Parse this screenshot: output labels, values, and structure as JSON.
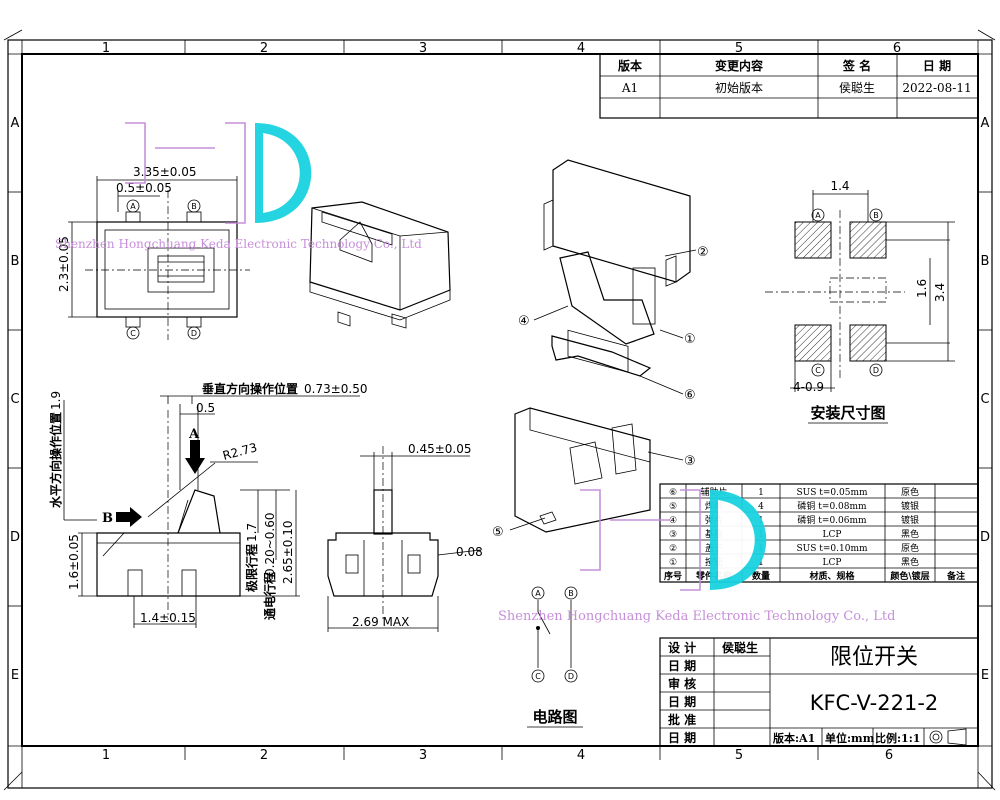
{
  "frame": {
    "columns": [
      "1",
      "2",
      "3",
      "4",
      "5",
      "6"
    ],
    "rows": [
      "A",
      "B",
      "C",
      "D",
      "E"
    ]
  },
  "revision_table": {
    "headers": [
      "版本",
      "变更内容",
      "签  名",
      "日  期"
    ],
    "row": [
      "A1",
      "初始版本",
      "侯聪生",
      "2022-08-11"
    ]
  },
  "watermark": {
    "text": "Shenzhen Hongchuang Keda Electronic Technology Co., Ltd",
    "color": "#c48ad8",
    "accent_color": "#19d3e0"
  },
  "top_view": {
    "dim_width": "3.35±0.05",
    "dim_pitch": "0.5±0.05",
    "dim_height": "2.3±0.05",
    "pins": [
      "A",
      "B",
      "C",
      "D"
    ]
  },
  "front_view": {
    "vertical_label": "垂直方向操作位置",
    "vertical_value": "0.73±0.50",
    "horizontal_label": "水平方向操作位置",
    "horizontal_value": "1.9",
    "dim_05": "0.5",
    "radius": "R2.73",
    "arrow_a": "A",
    "arrow_b": "B",
    "dim_16": "1.6±0.05",
    "dim_14": "1.4±0.15",
    "limit_travel": "极限行程",
    "limit_value": "1.7",
    "conduct_travel": "通电行程",
    "conduct_value": "0.20~0.60",
    "dim_265": "2.65±0.10"
  },
  "side_view": {
    "dim_045": "0.45±0.05",
    "dim_008": "0.08",
    "dim_269": "2.69 MAX"
  },
  "exploded": {
    "callouts": [
      "①",
      "②",
      "③",
      "④",
      "⑤",
      "⑥"
    ]
  },
  "mounting": {
    "title": "安装尺寸图",
    "dim_14": "1.4",
    "dim_16": "1.6",
    "dim_34": "3.4",
    "dim_09": "4-0.9",
    "pads": [
      "A",
      "B",
      "C",
      "D"
    ]
  },
  "circuit": {
    "title": "电路图",
    "nodes": [
      "A",
      "B",
      "C",
      "D"
    ]
  },
  "bom": {
    "headers": [
      "序号",
      "零件名称",
      "数量",
      "材质、规格",
      "颜色\\镀层",
      "备注"
    ],
    "rows": [
      [
        "⑥",
        "辅助片",
        "1",
        "SUS   t=0.05mm",
        "原色",
        ""
      ],
      [
        "⑤",
        "焊脚",
        "4",
        "磷铜   t=0.08mm",
        "镀银",
        ""
      ],
      [
        "④",
        "弹片",
        "1",
        "磷铜   t=0.06mm",
        "镀银",
        ""
      ],
      [
        "③",
        "基座",
        "1",
        "LCP",
        "黑色",
        ""
      ],
      [
        "②",
        "盖子",
        "1",
        "SUS    t=0.10mm",
        "原色",
        ""
      ],
      [
        "①",
        "按钮",
        "1",
        "LCP",
        "黑色",
        ""
      ]
    ]
  },
  "title_block": {
    "labels": [
      "设  计",
      "日  期",
      "审  核",
      "日  期",
      "批  准",
      "日  期"
    ],
    "designer": "侯聪生",
    "product_name": "限位开关",
    "part_number": "KFC-V-221-2",
    "version": "版本:A1",
    "unit": "单位:mm",
    "scale": "比例:1:1"
  }
}
